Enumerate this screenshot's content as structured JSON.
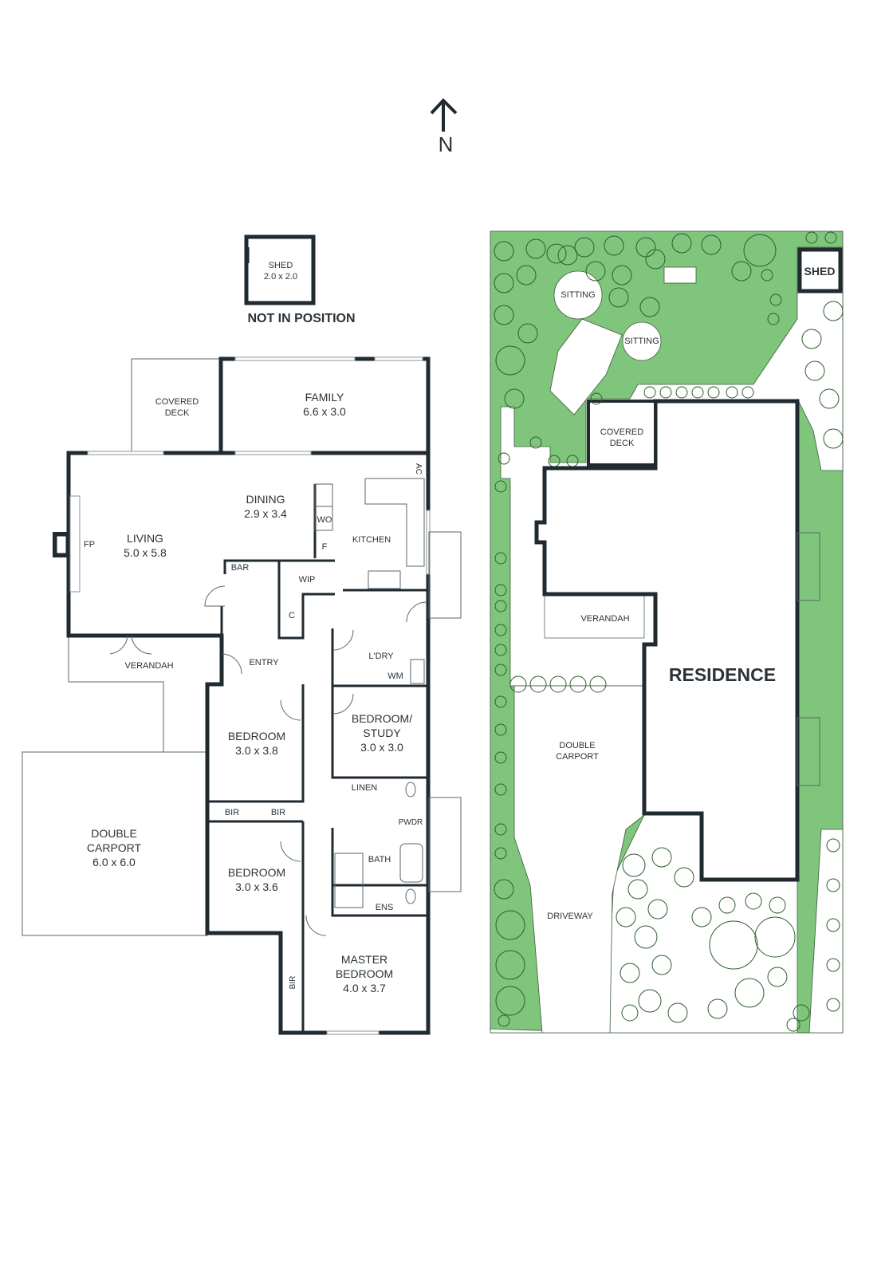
{
  "north": {
    "label": "N"
  },
  "shed": {
    "name": "SHED",
    "size": "2.0 x 2.0",
    "note": "NOT IN POSITION"
  },
  "floor_plan": {
    "rooms": {
      "covered_deck": {
        "line1": "COVERED",
        "line2": "DECK"
      },
      "family": {
        "name": "FAMILY",
        "size": "6.6 x 3.0"
      },
      "dining": {
        "name": "DINING",
        "size": "2.9 x 3.4"
      },
      "living": {
        "name": "LIVING",
        "size": "5.0 x 5.8"
      },
      "kitchen": {
        "name": "KITCHEN"
      },
      "fp": "FP",
      "ac": "AC",
      "wo": "WO",
      "f": "F",
      "bar": "BAR",
      "wip": "WIP",
      "c": "C",
      "verandah": "VERANDAH",
      "entry": "ENTRY",
      "laundry": "L'DRY",
      "wm": "WM",
      "bedroom_study": {
        "line1": "BEDROOM/",
        "line2": "STUDY",
        "size": "3.0 x 3.0"
      },
      "bedroom1": {
        "name": "BEDROOM",
        "size": "3.0 x 3.8"
      },
      "bedroom2": {
        "name": "BEDROOM",
        "size": "3.0 x 3.6"
      },
      "bir1": "BIR",
      "bir2": "BIR",
      "bir3": "BIR",
      "linen": "LINEN",
      "pwdr": "PWDR",
      "bath": "BATH",
      "ens": "ENS",
      "master": {
        "line1": "MASTER",
        "line2": "BEDROOM",
        "size": "4.0 x 3.7"
      },
      "carport": {
        "line1": "DOUBLE",
        "line2": "CARPORT",
        "size": "6.0 x 6.0"
      }
    }
  },
  "site_plan": {
    "lawn_color": "#7fc67c",
    "labels": {
      "shed": "SHED",
      "sitting1": "SITTING",
      "sitting2": "SITTING",
      "covered_deck": {
        "line1": "COVERED",
        "line2": "DECK"
      },
      "verandah": "VERANDAH",
      "residence": "RESIDENCE",
      "carport": {
        "line1": "DOUBLE",
        "line2": "CARPORT"
      },
      "driveway": "DRIVEWAY"
    }
  }
}
